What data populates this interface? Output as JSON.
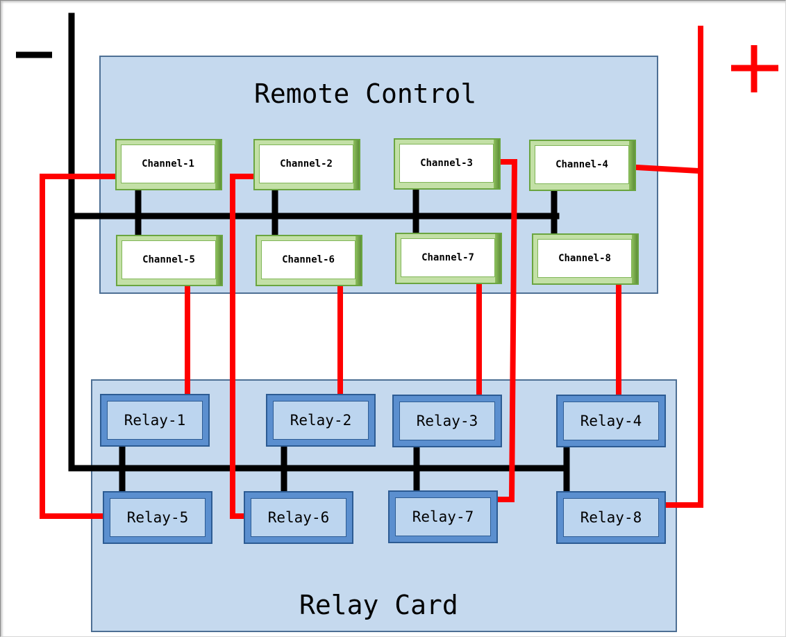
{
  "remote_control": {
    "title": "Remote Control",
    "channels": [
      "Channel-1",
      "Channel-2",
      "Channel-3",
      "Channel-4",
      "Channel-5",
      "Channel-6",
      "Channel-7",
      "Channel-8"
    ]
  },
  "relay_card": {
    "title": "Relay Card",
    "relays": [
      "Relay-1",
      "Relay-2",
      "Relay-3",
      "Relay-4",
      "Relay-5",
      "Relay-6",
      "Relay-7",
      "Relay-8"
    ]
  },
  "terminals": {
    "negative": "−",
    "positive": "+"
  },
  "colors": {
    "positive_wire": "#ff0000",
    "negative_wire": "#000000",
    "panel_fill": "#c5d9ee",
    "channel_frame": "#c3e0a6",
    "relay_frame": "#5b8fcf"
  }
}
